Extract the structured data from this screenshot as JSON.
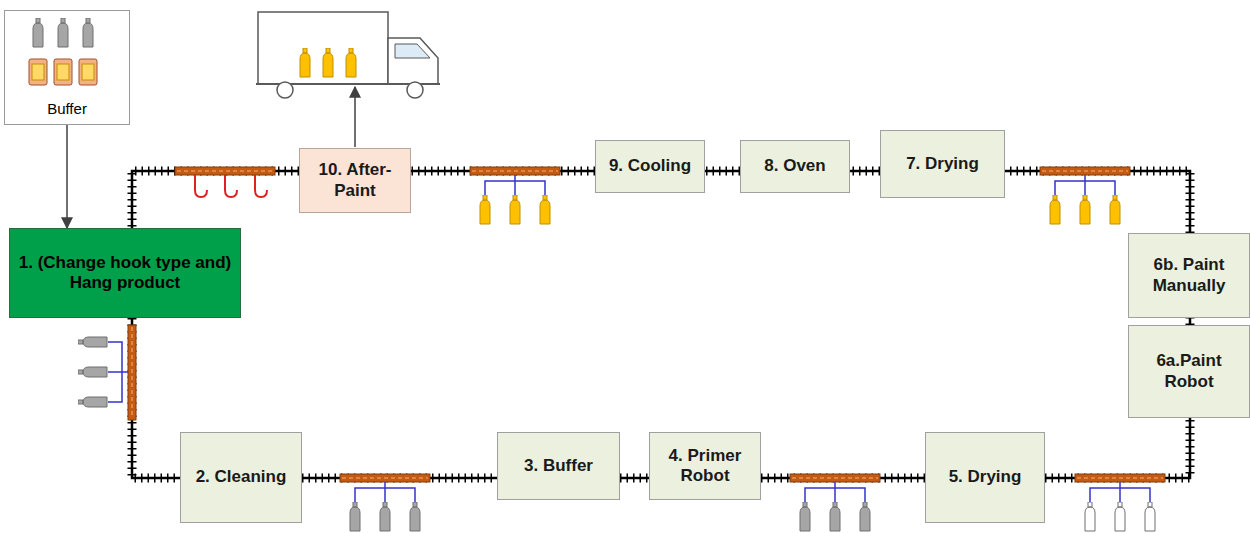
{
  "diagram": {
    "nodes": [
      {
        "text": [
          "Buffer"
        ]
      },
      {
        "text": [
          "1. (Change hook type and) Hang product"
        ]
      },
      {
        "text": [
          "2. Cleaning"
        ]
      },
      {
        "text": [
          "3. Buffer"
        ]
      },
      {
        "text": [
          "4. Primer Robot"
        ]
      },
      {
        "text": [
          "5. Drying"
        ]
      },
      {
        "text": [
          "6a.Paint Robot"
        ]
      },
      {
        "text": [
          "6b. Paint Manually"
        ]
      },
      {
        "text": [
          "7. Drying"
        ]
      },
      {
        "text": [
          "8. Oven"
        ]
      },
      {
        "text": [
          "9. Cooling"
        ]
      },
      {
        "text": [
          "10. After-Paint"
        ]
      }
    ],
    "edges": [
      {
        "from": 0,
        "to": 1,
        "arrow": "to"
      },
      {
        "from": 1,
        "to": 2,
        "arrow": "none"
      },
      {
        "from": 2,
        "to": 3,
        "arrow": "none"
      },
      {
        "from": 3,
        "to": 4,
        "arrow": "none"
      },
      {
        "from": 4,
        "to": 5,
        "arrow": "none"
      },
      {
        "from": 5,
        "to": 6,
        "arrow": "none"
      },
      {
        "from": 6,
        "to": 7,
        "arrow": "none"
      },
      {
        "from": 7,
        "to": 8,
        "arrow": "none"
      },
      {
        "from": 8,
        "to": 9,
        "arrow": "none"
      },
      {
        "from": 9,
        "to": 10,
        "arrow": "none"
      },
      {
        "from": 10,
        "to": 11,
        "arrow": "none"
      },
      {
        "from": 11,
        "to": 1,
        "arrow": "none"
      }
    ]
  }
}
